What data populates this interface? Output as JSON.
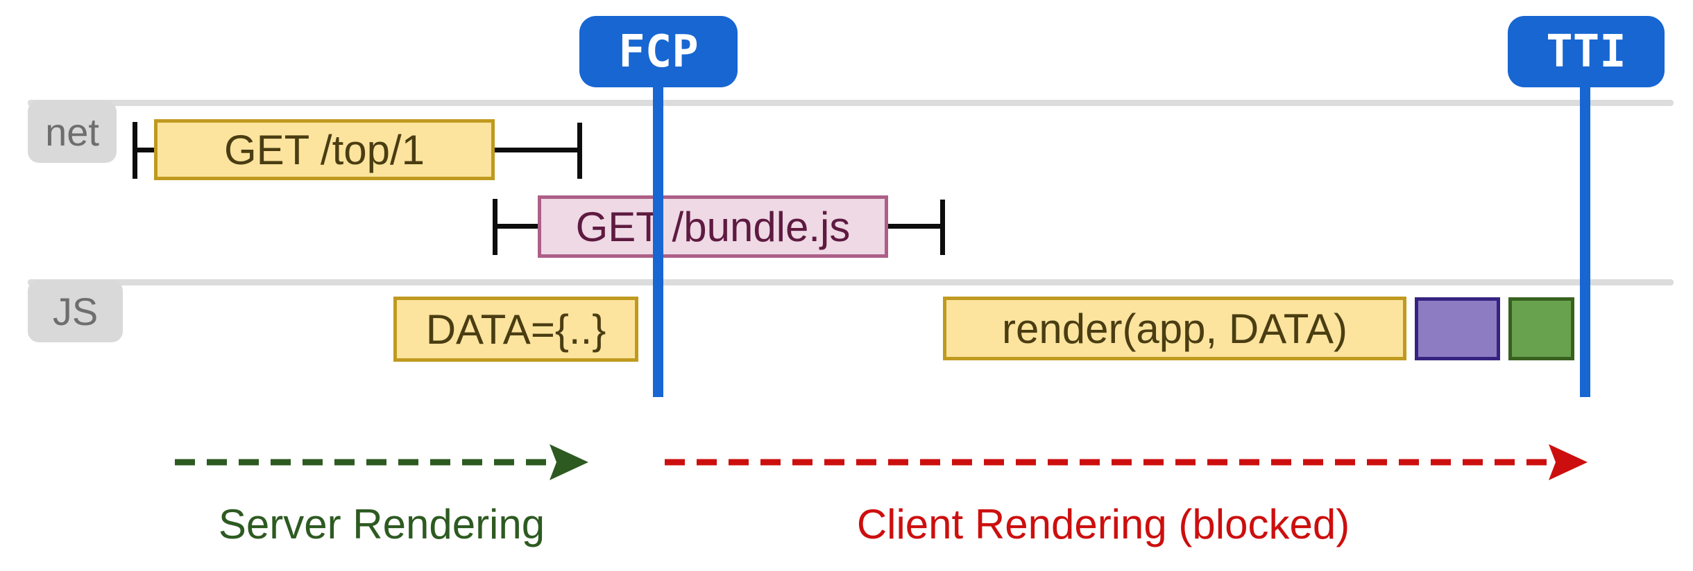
{
  "diagram": {
    "markers": [
      {
        "label": "FCP"
      },
      {
        "label": "TTI"
      }
    ],
    "tracks": [
      {
        "label": "net"
      },
      {
        "label": "JS"
      }
    ],
    "network_requests": [
      {
        "label": "GET /top/1"
      },
      {
        "label": "GET /bundle.js"
      }
    ],
    "js_tasks": [
      {
        "label": "DATA={..}"
      },
      {
        "label": "render(app, DATA)"
      },
      {
        "label": "",
        "name": "purple-task"
      },
      {
        "label": "",
        "name": "green-task"
      }
    ],
    "phases": [
      {
        "label": "Server Rendering"
      },
      {
        "label": "Client Rendering (blocked)"
      }
    ]
  },
  "colors": {
    "marker_blue": "#1766d2",
    "task_yellow_fill": "#fce49e",
    "task_yellow_border": "#c09a1f",
    "task_yellow_text": "#4a3d12",
    "request_pink_fill": "#eed9e5",
    "request_pink_border": "#ad5f87",
    "request_pink_text": "#5e1a40",
    "purple_task_fill": "#8e7cc3",
    "purple_task_border": "#362380",
    "green_task_fill": "#68a24e",
    "green_task_border": "#38611f",
    "server_phase_green": "#2d5a21",
    "client_phase_red": "#cc0f0e",
    "track_line_gray": "#dcdcdc",
    "track_tab_gray": "#d9d9d9",
    "whisker_black": "#0d0d0d"
  }
}
